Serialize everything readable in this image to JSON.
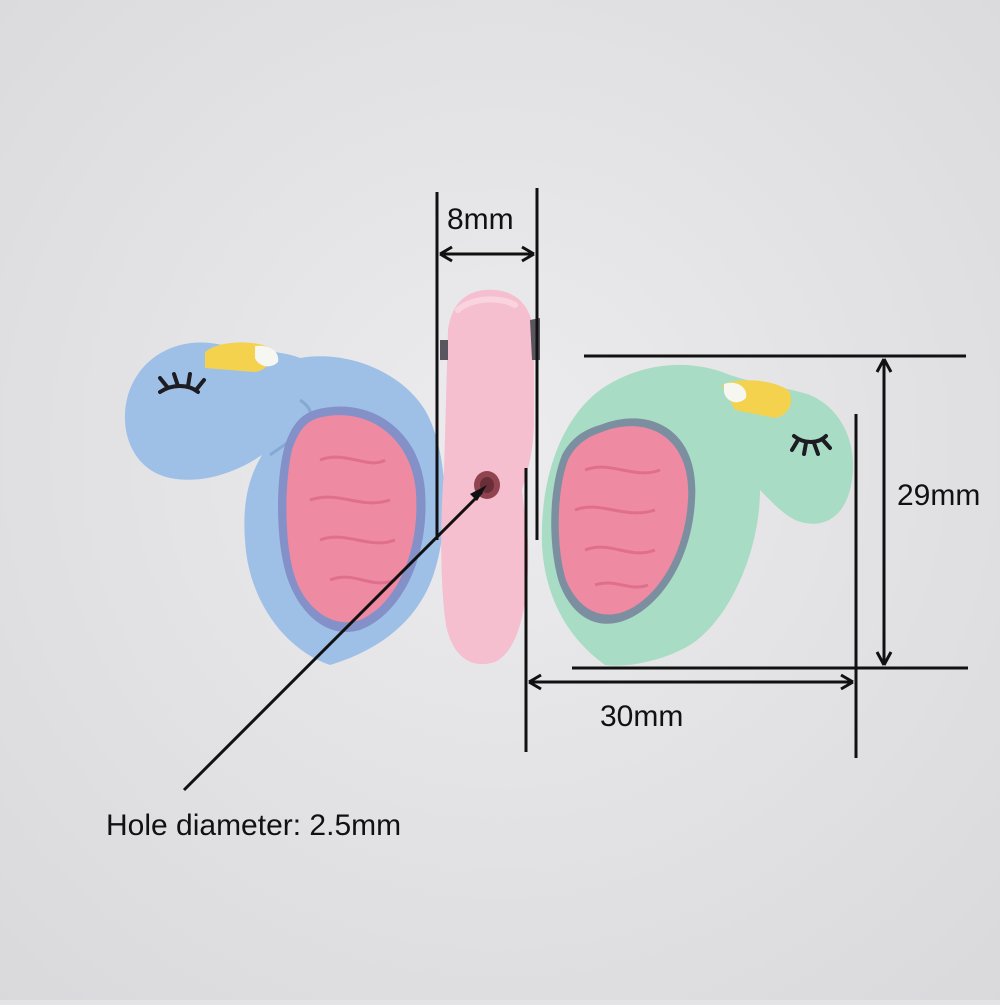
{
  "dimensions": {
    "width_label": "8mm",
    "height_label": "29mm",
    "length_label": "30mm",
    "hole_label": "Hole diameter: 2.5mm"
  },
  "colors": {
    "background": "#e4e4e6",
    "blue_flamingo": "#9fc0e6",
    "pink_flamingo": "#f5bfd0",
    "mint_flamingo": "#a8dcc4",
    "wing": "#ee8aa2",
    "beak": "#f4d24e"
  }
}
